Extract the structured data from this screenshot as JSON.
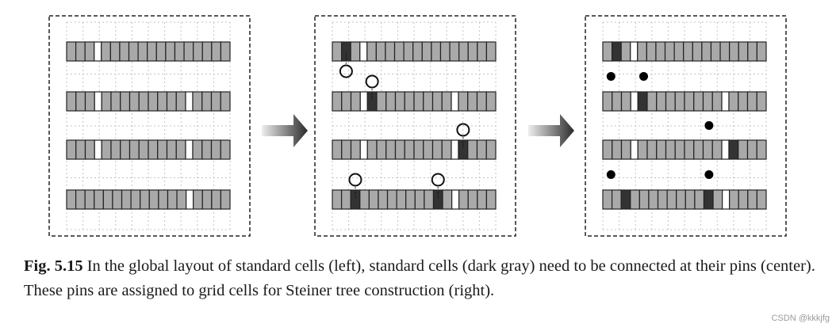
{
  "caption": {
    "label": "Fig. 5.15",
    "text": " In the global layout of standard cells (left), standard cells (dark gray) need to be connected at their pins (center). These pins are assigned to grid cells for Steiner tree construction (right)."
  },
  "watermark": "CSDN @kkkjfg",
  "colors": {
    "cell_fill": "#a9a9a9",
    "dark_cell_fill": "#333333",
    "white_cell_fill": "#ffffff",
    "cell_stroke": "#222222",
    "grid_line": "#c4c4c4",
    "frame": "#222222",
    "arrow_light": "#eeeeee",
    "arrow_dark": "#2a2a2a"
  },
  "panels": [
    {
      "name": "left",
      "rows": [
        {
          "cells": [
            "g",
            "g",
            "g",
            "w",
            "g",
            "g",
            "g",
            "g",
            "g",
            "g",
            "g",
            "g",
            "g",
            "g",
            "g",
            "g",
            "g",
            "g"
          ]
        },
        {
          "cells": [
            "g",
            "g",
            "g",
            "w",
            "g",
            "g",
            "g",
            "g",
            "g",
            "g",
            "g",
            "g",
            "g",
            "w",
            "g",
            "g",
            "g",
            "g"
          ]
        },
        {
          "cells": [
            "g",
            "g",
            "g",
            "w",
            "g",
            "g",
            "g",
            "g",
            "g",
            "g",
            "g",
            "g",
            "g",
            "w",
            "g",
            "g",
            "g",
            "g"
          ]
        },
        {
          "cells": [
            "g",
            "g",
            "g",
            "g",
            "g",
            "g",
            "g",
            "g",
            "g",
            "g",
            "g",
            "g",
            "g",
            "w",
            "g",
            "g",
            "g",
            "g"
          ]
        }
      ],
      "pins": [],
      "dots": []
    },
    {
      "name": "center",
      "rows": [
        {
          "cells": [
            "g",
            "d",
            "g",
            "w",
            "g",
            "g",
            "g",
            "g",
            "g",
            "g",
            "g",
            "g",
            "g",
            "g",
            "g",
            "g",
            "g",
            "g"
          ]
        },
        {
          "cells": [
            "g",
            "g",
            "g",
            "w",
            "d",
            "g",
            "g",
            "g",
            "g",
            "g",
            "g",
            "g",
            "g",
            "w",
            "g",
            "g",
            "g",
            "g"
          ]
        },
        {
          "cells": [
            "g",
            "g",
            "g",
            "w",
            "g",
            "g",
            "g",
            "g",
            "g",
            "g",
            "g",
            "g",
            "g",
            "w",
            "d",
            "g",
            "g",
            "g"
          ]
        },
        {
          "cells": [
            "g",
            "g",
            "d",
            "g",
            "g",
            "g",
            "g",
            "g",
            "g",
            "g",
            "g",
            "d",
            "g",
            "w",
            "g",
            "g",
            "g",
            "g"
          ]
        }
      ],
      "pins": [
        {
          "row": 0,
          "cell": 1,
          "side": "below"
        },
        {
          "row": 1,
          "cell": 4,
          "side": "above"
        },
        {
          "row": 2,
          "cell": 14,
          "side": "above"
        },
        {
          "row": 3,
          "cell": 2,
          "side": "above"
        },
        {
          "row": 3,
          "cell": 11,
          "side": "above"
        }
      ],
      "dots": []
    },
    {
      "name": "right",
      "rows": [
        {
          "cells": [
            "g",
            "d",
            "g",
            "w",
            "g",
            "g",
            "g",
            "g",
            "g",
            "g",
            "g",
            "g",
            "g",
            "g",
            "g",
            "g",
            "g",
            "g"
          ]
        },
        {
          "cells": [
            "g",
            "g",
            "g",
            "w",
            "d",
            "g",
            "g",
            "g",
            "g",
            "g",
            "g",
            "g",
            "g",
            "w",
            "g",
            "g",
            "g",
            "g"
          ]
        },
        {
          "cells": [
            "g",
            "g",
            "g",
            "w",
            "g",
            "g",
            "g",
            "g",
            "g",
            "g",
            "g",
            "g",
            "g",
            "w",
            "d",
            "g",
            "g",
            "g"
          ]
        },
        {
          "cells": [
            "g",
            "g",
            "d",
            "g",
            "g",
            "g",
            "g",
            "g",
            "g",
            "g",
            "g",
            "d",
            "g",
            "w",
            "g",
            "g",
            "g",
            "g"
          ]
        }
      ],
      "pins": [],
      "dots": [
        {
          "col": 0.5,
          "gap": 0
        },
        {
          "col": 2.5,
          "gap": 0
        },
        {
          "col": 6.5,
          "gap": 1
        },
        {
          "col": 0.5,
          "gap": 2
        },
        {
          "col": 6.5,
          "gap": 2
        }
      ]
    }
  ]
}
